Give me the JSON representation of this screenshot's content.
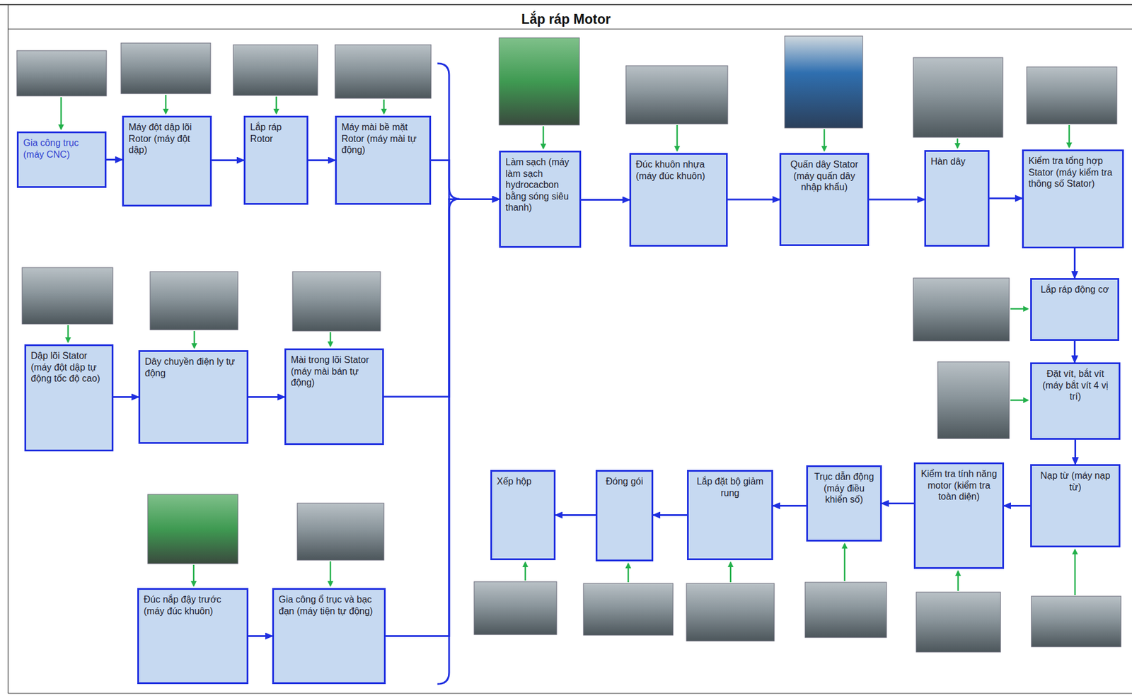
{
  "diagram": {
    "title": "Lắp ráp Motor",
    "nodes": [
      {
        "text": [
          "Gia công trục (máy CNC)"
        ]
      },
      {
        "text": [
          "Máy đột dập lõi Rotor (máy đột dập)"
        ]
      },
      {
        "text": [
          "Lắp ráp Rotor"
        ]
      },
      {
        "text": [
          "Máy mài bề mặt Rotor (máy mài tự động)"
        ]
      },
      {
        "text": [
          "Dập lõi Stator (máy đột dập tự động tốc độ cao)"
        ]
      },
      {
        "text": [
          "Dây chuyền điện ly tự động"
        ]
      },
      {
        "text": [
          "Mài trong lõi Stator (máy mài bán tự động)"
        ]
      },
      {
        "text": [
          "Đúc nắp đậy trước (máy đúc khuôn)"
        ]
      },
      {
        "text": [
          "Gia công ổ trục và bạc đạn (máy tiện tự động)"
        ]
      },
      {
        "text": [
          "Làm sạch (máy làm sạch hydrocacbon bằng sóng siêu thanh)"
        ]
      },
      {
        "text": [
          "Đúc khuôn nhựa (máy đúc khuôn)"
        ]
      },
      {
        "text": [
          "Quấn dây Stator (máy quấn dây nhập khẩu)"
        ]
      },
      {
        "text": [
          "Hàn dây"
        ]
      },
      {
        "text": [
          "Kiểm tra tổng hợp Stator (máy kiểm tra thông số Stator)"
        ]
      },
      {
        "text": [
          "Lắp ráp động cơ"
        ]
      },
      {
        "text": [
          "Đặt vít, bắt vít (máy bắt vít 4 vị trí)"
        ]
      },
      {
        "text": [
          "Nạp từ (máy nạp từ)"
        ]
      },
      {
        "text": [
          "Kiểm tra tính năng motor (kiểm tra toàn diện)"
        ]
      },
      {
        "text": [
          "Trục dẫn động (máy điều khiển số)"
        ]
      },
      {
        "text": [
          "Lắp đặt bộ giảm rung"
        ]
      },
      {
        "text": [
          "Đóng gói"
        ]
      },
      {
        "text": [
          "Xếp hộp"
        ]
      }
    ],
    "edges": [
      {
        "from": 0,
        "to": 1,
        "arrow": "to"
      },
      {
        "from": 1,
        "to": 2,
        "arrow": "to"
      },
      {
        "from": 2,
        "to": 3,
        "arrow": "to"
      },
      {
        "from": 4,
        "to": 5,
        "arrow": "to"
      },
      {
        "from": 5,
        "to": 6,
        "arrow": "to"
      },
      {
        "from": 7,
        "to": 8,
        "arrow": "to"
      },
      {
        "from": 3,
        "to": 9,
        "arrow": "to"
      },
      {
        "from": 6,
        "to": 9,
        "arrow": "to"
      },
      {
        "from": 8,
        "to": 9,
        "arrow": "to"
      },
      {
        "from": 9,
        "to": 10,
        "arrow": "to"
      },
      {
        "from": 10,
        "to": 11,
        "arrow": "to"
      },
      {
        "from": 11,
        "to": 12,
        "arrow": "to"
      },
      {
        "from": 12,
        "to": 13,
        "arrow": "to"
      },
      {
        "from": 13,
        "to": 14,
        "arrow": "to"
      },
      {
        "from": 14,
        "to": 15,
        "arrow": "to"
      },
      {
        "from": 15,
        "to": 16,
        "arrow": "to"
      },
      {
        "from": 16,
        "to": 17,
        "arrow": "to"
      },
      {
        "from": 17,
        "to": 18,
        "arrow": "to"
      },
      {
        "from": 18,
        "to": 19,
        "arrow": "to"
      },
      {
        "from": 19,
        "to": 20,
        "arrow": "to"
      },
      {
        "from": 20,
        "to": 21,
        "arrow": "to"
      }
    ]
  }
}
